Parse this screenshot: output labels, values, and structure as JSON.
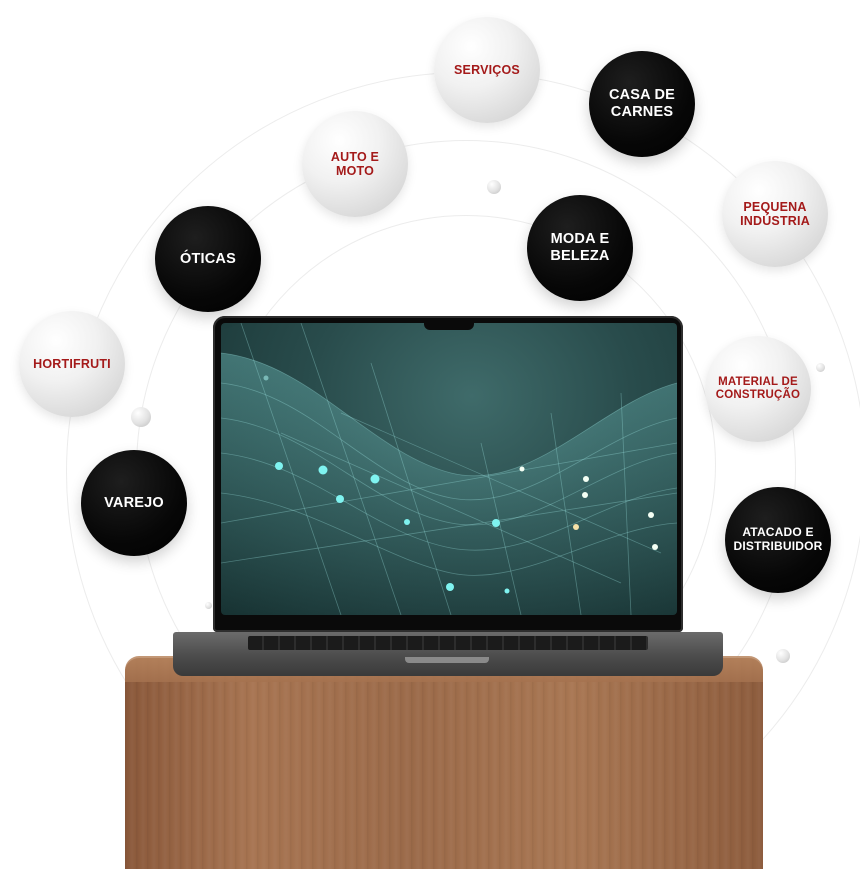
{
  "categories": {
    "servicos": "SERVIÇOS",
    "casa_de_carnes": "CASA DE\nCARNES",
    "auto_e_moto": "AUTO E\nMOTO",
    "pequena_industria": "PEQUENA\nINDÚSTRIA",
    "oticas": "ÓTICAS",
    "moda_e_beleza": "MODA E\nBELEZA",
    "hortifruti": "HORTIFRUTI",
    "material_de_construcao": "MATERIAL DE\nCONSTRUÇÃO",
    "varejo": "VAREJO",
    "atacado_e_distribuidor": "ATACADO E\nDISTRIBUIDOR"
  },
  "colors": {
    "accent_red": "#a41a1a",
    "dark_bubble": "#000000",
    "light_bubble": "#e6e6e6"
  }
}
